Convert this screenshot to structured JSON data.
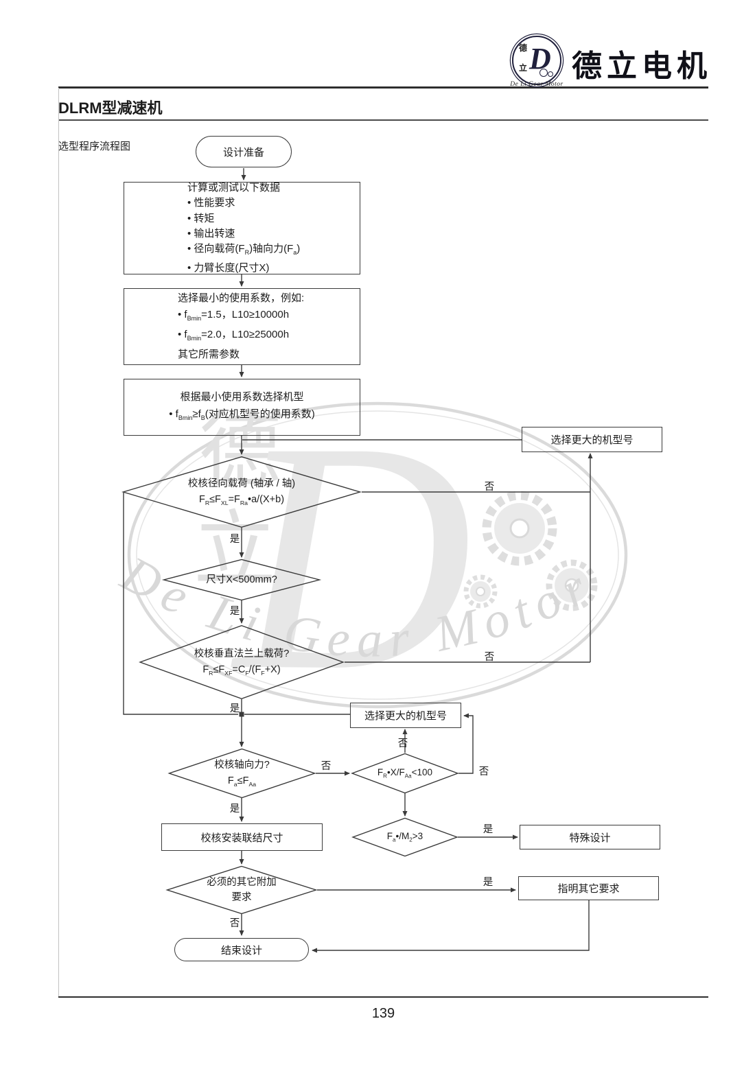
{
  "header": {
    "brand": "德立电机",
    "logo": {
      "char_top": "德",
      "char_bottom": "立",
      "letter": "D",
      "caption": "De Li Gear Motor"
    }
  },
  "page": {
    "title": "DLRM型减速机",
    "section_label": "选型程序流程图",
    "page_number": "139"
  },
  "watermark": {
    "char_top": "德",
    "char_bottom": "立",
    "letter": "D",
    "arc_text": "De Li Gear Motor"
  },
  "flow": {
    "start_label": "设计准备",
    "data_box_lines": [
      "计算或测试以下数据",
      "• 性能要求",
      "• 转矩",
      "• 输出转速",
      "• 径向载荷(F~R~)轴向力(F~a~)",
      "• 力臂长度(尺寸X)"
    ],
    "service_factor_box_lines": [
      "选择最小的使用系数，例如:",
      "• f~Bmin~=1.5，L10≥10000h",
      "• f~Bmin~=2.0，L10≥25000h",
      "其它所需参数"
    ],
    "model_select_box_lines": [
      "根据最小使用系数选择机型",
      "• f~Bmin~≥f~B~(对应机型号的使用系数)"
    ],
    "select_larger_top": "选择更大的机型号",
    "select_larger_mid": "选择更大的机型号",
    "radial_diamond": {
      "line1": "校核径向载荷 (轴承 / 轴)",
      "line2": "F~R~≤F~XL~=F~Ra~•a/(X+b)"
    },
    "size_diamond": {
      "line1": "尺寸X<500mm?"
    },
    "flange_diamond": {
      "line1": "校核垂直法兰上载荷?",
      "line2": "F~R~≤F~XF~=C~F~/(F~F~+X)"
    },
    "axial_diamond": {
      "line1": "校核轴向力?",
      "line2": "F~a~≤F~Aa~"
    },
    "ratio_diamond": {
      "line1": "F~R~•X/F~Aa~<100"
    },
    "moment_diamond": {
      "line1": "F~a~•/M~2~>3"
    },
    "mounting_box": "校核安装联结尺寸",
    "special_box": "特殊设计",
    "other_diamond": {
      "line1": "必须的其它附加",
      "line2": "要求"
    },
    "specify_box": "指明其它要求",
    "end_label": "结束设计",
    "yes": "是",
    "no": "否"
  }
}
